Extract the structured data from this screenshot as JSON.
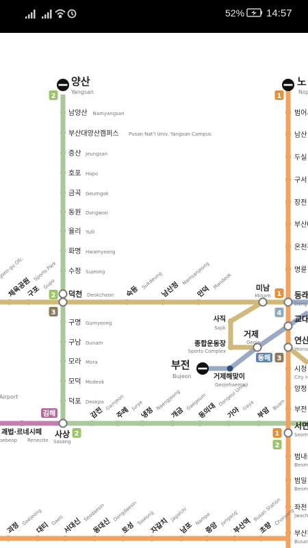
{
  "status_bar": {
    "battery_percent": "52%",
    "time": "14:57",
    "icons": [
      "signal-icon",
      "signal-icon",
      "wifi-icon",
      "alarm-icon",
      "battery-charging-icon"
    ]
  },
  "colors": {
    "line1": "#f0a25e",
    "line2": "#a8c99a",
    "line3": "#d1b97a",
    "line4": "#9aaac4",
    "gimhae": "#c47fb0",
    "donghae": "#7f9ec6",
    "badge1": "#e0913a",
    "badge2": "#9cc46a",
    "badge3": "#8c7a5a",
    "badge4": "#8faabf",
    "gimhae_badge": "#b26a9a",
    "donghae_badge": "#5f86ae",
    "dot": "#f0a25e"
  },
  "terminals": [
    {
      "id": "yangsan",
      "ko": "양산",
      "en": "Yangsan"
    },
    {
      "id": "bujeon",
      "ko": "부전",
      "en": "Bujeon"
    },
    {
      "id": "nopo",
      "ko": "노",
      "en": "Nop"
    }
  ],
  "badges": {
    "line1": "1",
    "line2": "2",
    "line3": "3",
    "line4": "4",
    "gimhae": "김해",
    "donghae": "동해"
  },
  "line2_vertical": [
    {
      "ko": "남양산",
      "en": "Namyangsan"
    },
    {
      "ko": "부산대양산캠퍼스",
      "en": "Pusan Nat'l Univ. Yangsan Campus"
    },
    {
      "ko": "증산",
      "en": "Jeungsan"
    },
    {
      "ko": "호포",
      "en": "Hopo"
    },
    {
      "ko": "금곡",
      "en": "Geumgok"
    },
    {
      "ko": "동원",
      "en": "Dongwon"
    },
    {
      "ko": "율리",
      "en": "Yulli"
    },
    {
      "ko": "화명",
      "en": "Hwamyeong"
    },
    {
      "ko": "수정",
      "en": "Sujeong"
    },
    {
      "ko": "덕천",
      "en": "Deokcheon"
    },
    {
      "ko": "구명",
      "en": "Gumyeong"
    },
    {
      "ko": "구남",
      "en": "Gunam"
    },
    {
      "ko": "모라",
      "en": "Mora"
    },
    {
      "ko": "모덕",
      "en": "Modeok"
    },
    {
      "ko": "덕포",
      "en": "Deokpo"
    },
    {
      "ko": "사상",
      "en": "Sasang"
    }
  ],
  "line3_row": [
    {
      "ko": "체육공원",
      "en": "Sports Park"
    },
    {
      "ko": "구포",
      "en": "Gupo"
    },
    {
      "ko": "숙등",
      "en": "Sukdeung"
    },
    {
      "ko": "남산정",
      "en": "Namsanjeong"
    },
    {
      "ko": "만덕",
      "en": "Mandeok"
    },
    {
      "ko": "미남",
      "en": "Minam"
    }
  ],
  "line3_fragment": "angseo-gu Ofc.",
  "line2_row": [
    {
      "ko": "감전",
      "en": "Gamjeon"
    },
    {
      "ko": "주례",
      "en": "Jurye"
    },
    {
      "ko": "냉정",
      "en": "Naengjeong"
    },
    {
      "ko": "개금",
      "en": "Gaegeum"
    },
    {
      "ko": "동의대",
      "en": "Dongeui Univ."
    },
    {
      "ko": "가야",
      "en": "Gaya"
    },
    {
      "ko": "부암",
      "en": "Buam"
    }
  ],
  "line4_branch": [
    {
      "ko": "사직",
      "en": "Sajik"
    },
    {
      "ko": "종합운동장",
      "en": "Sports Complex"
    },
    {
      "ko": "거제",
      "en": "Geoje"
    },
    {
      "ko": "거제해맞이",
      "en": "Geojehaemaji"
    }
  ],
  "gimhae_line": {
    "ko": "괘법·르네시떼",
    "en_a": "oebeop",
    "en_b": "Renecite",
    "airport": "Airport"
  },
  "line1_vertical": [
    {
      "ko": "범어사",
      "en": ""
    },
    {
      "ko": "남산",
      "en": ""
    },
    {
      "ko": "두실",
      "en": ""
    },
    {
      "ko": "구서",
      "en": ""
    },
    {
      "ko": "장전",
      "en": ""
    },
    {
      "ko": "부산대",
      "en": ""
    },
    {
      "ko": "온천장",
      "en": ""
    },
    {
      "ko": "명륜",
      "en": ""
    },
    {
      "ko": "동래",
      "en": "Dong"
    },
    {
      "ko": "교대",
      "en": ""
    },
    {
      "ko": "연산",
      "en": "Yeons"
    },
    {
      "ko": "시청",
      "en": "City H"
    },
    {
      "ko": "양정",
      "en": ""
    },
    {
      "ko": "부전",
      "en": ""
    },
    {
      "ko": "서면",
      "en": "Seom"
    },
    {
      "ko": "범내골",
      "en": "Beom"
    },
    {
      "ko": "범일",
      "en": "Beom"
    },
    {
      "ko": "좌천",
      "en": "Jwach"
    },
    {
      "ko": "부산진",
      "en": "Busan"
    }
  ],
  "line1_bottom_row": [
    {
      "ko": "괴정",
      "en": "Goejeong"
    },
    {
      "ko": "대티",
      "en": "Daeti"
    },
    {
      "ko": "서대신",
      "en": "Seodaesin"
    },
    {
      "ko": "동대신",
      "en": "Dongdaesin"
    },
    {
      "ko": "토성",
      "en": "Toseong"
    },
    {
      "ko": "자갈치",
      "en": "Jagalchi"
    },
    {
      "ko": "남포",
      "en": "Nampo"
    },
    {
      "ko": "중앙",
      "en": "Jungang"
    },
    {
      "ko": "부산역",
      "en": "Busan Station"
    },
    {
      "ko": "초량",
      "en": "Choryang"
    }
  ]
}
